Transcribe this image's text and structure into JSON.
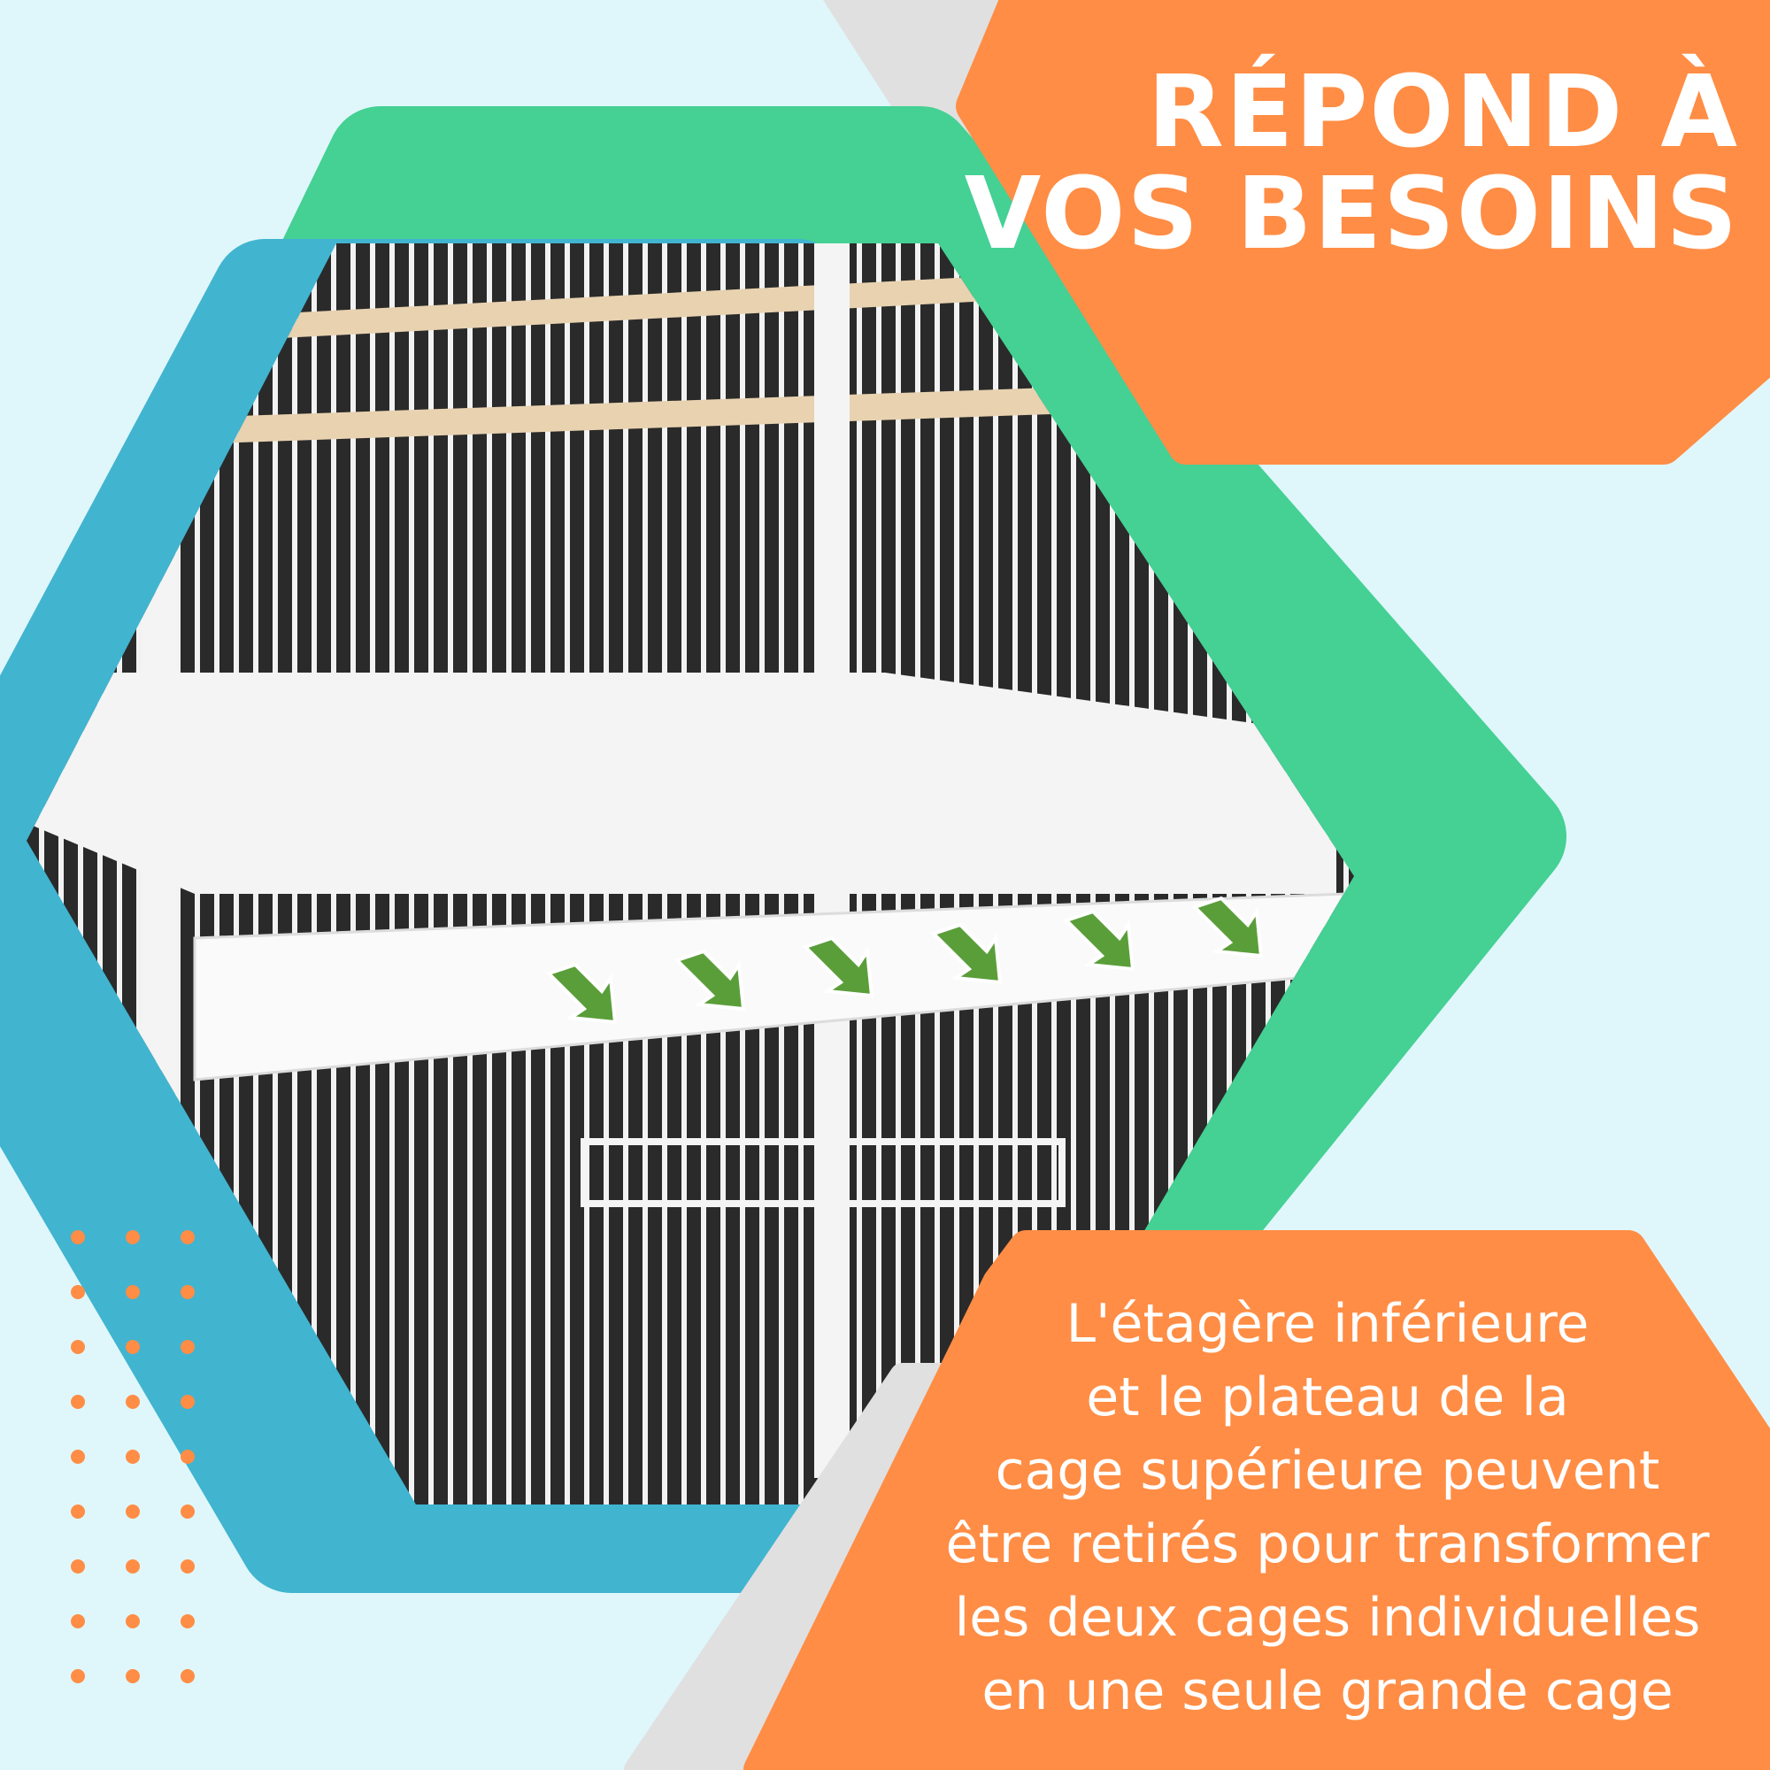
{
  "headline": {
    "lines": [
      "RÉPOND À",
      "VOS BESOINS"
    ]
  },
  "description": {
    "lines": [
      "L'étagère inférieure",
      "et le plateau de la",
      "cage supérieure peuvent",
      "être retirés pour transformer",
      "les deux cages individuelles",
      "en une seule grande cage"
    ]
  },
  "colors": {
    "background": "#dff7fb",
    "orange": "#ff8d45",
    "green": "#45d094",
    "blue": "#41b4d0",
    "gray": "#e0e0e0",
    "arrow": "#5a9e3a"
  },
  "icons": [
    "decorative-dot-grid",
    "down-arrow-icon"
  ]
}
